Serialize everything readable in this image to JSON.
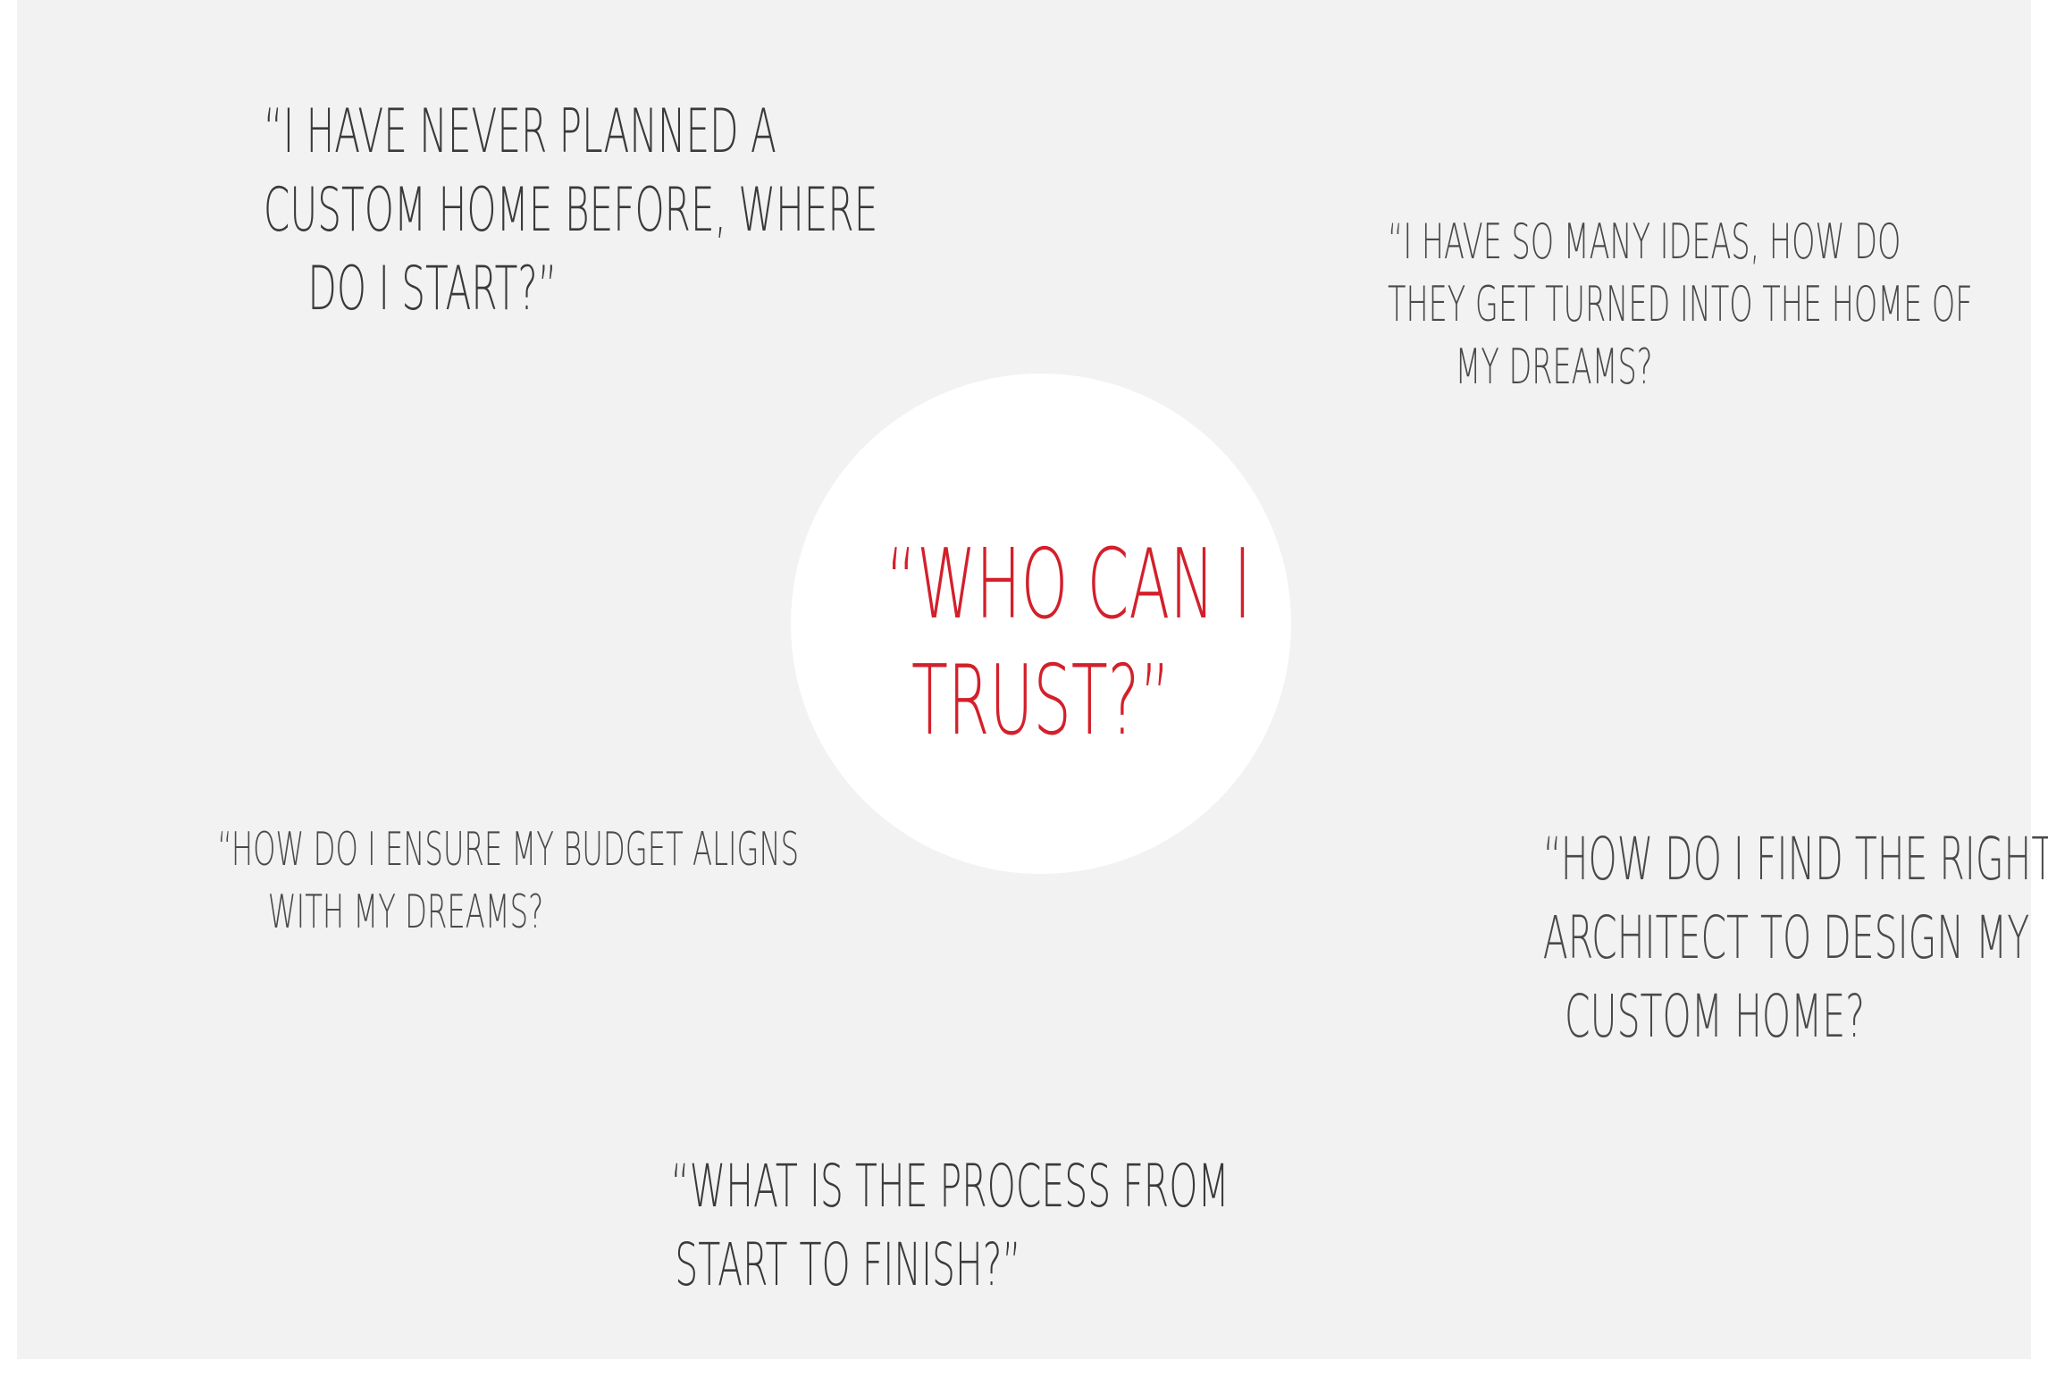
{
  "quotes": {
    "q1": [
      "“I HAVE NEVER PLANNED A",
      "CUSTOM HOME BEFORE, WHERE",
      "DO I START?”"
    ],
    "q2": [
      "“I HAVE SO MANY IDEAS, HOW DO",
      "THEY GET TURNED INTO THE HOME OF",
      "MY DREAMS?"
    ],
    "q3": [
      "“HOW DO I ENSURE MY BUDGET ALIGNS",
      "WITH MY DREAMS?"
    ],
    "q4": [
      "“HOW DO I FIND THE RIGHT",
      "ARCHITECT TO DESIGN MY",
      "CUSTOM HOME?"
    ],
    "q5": [
      "“WHAT IS THE PROCESS FROM",
      "START TO FINISH?”"
    ]
  },
  "center": {
    "lines": [
      "“WHO CAN I",
      "TRUST?”"
    ]
  },
  "colors": {
    "background": "#f2f2f2",
    "circle": "#ffffff",
    "accent": "#d3202b",
    "text": "#3a3a3a"
  }
}
